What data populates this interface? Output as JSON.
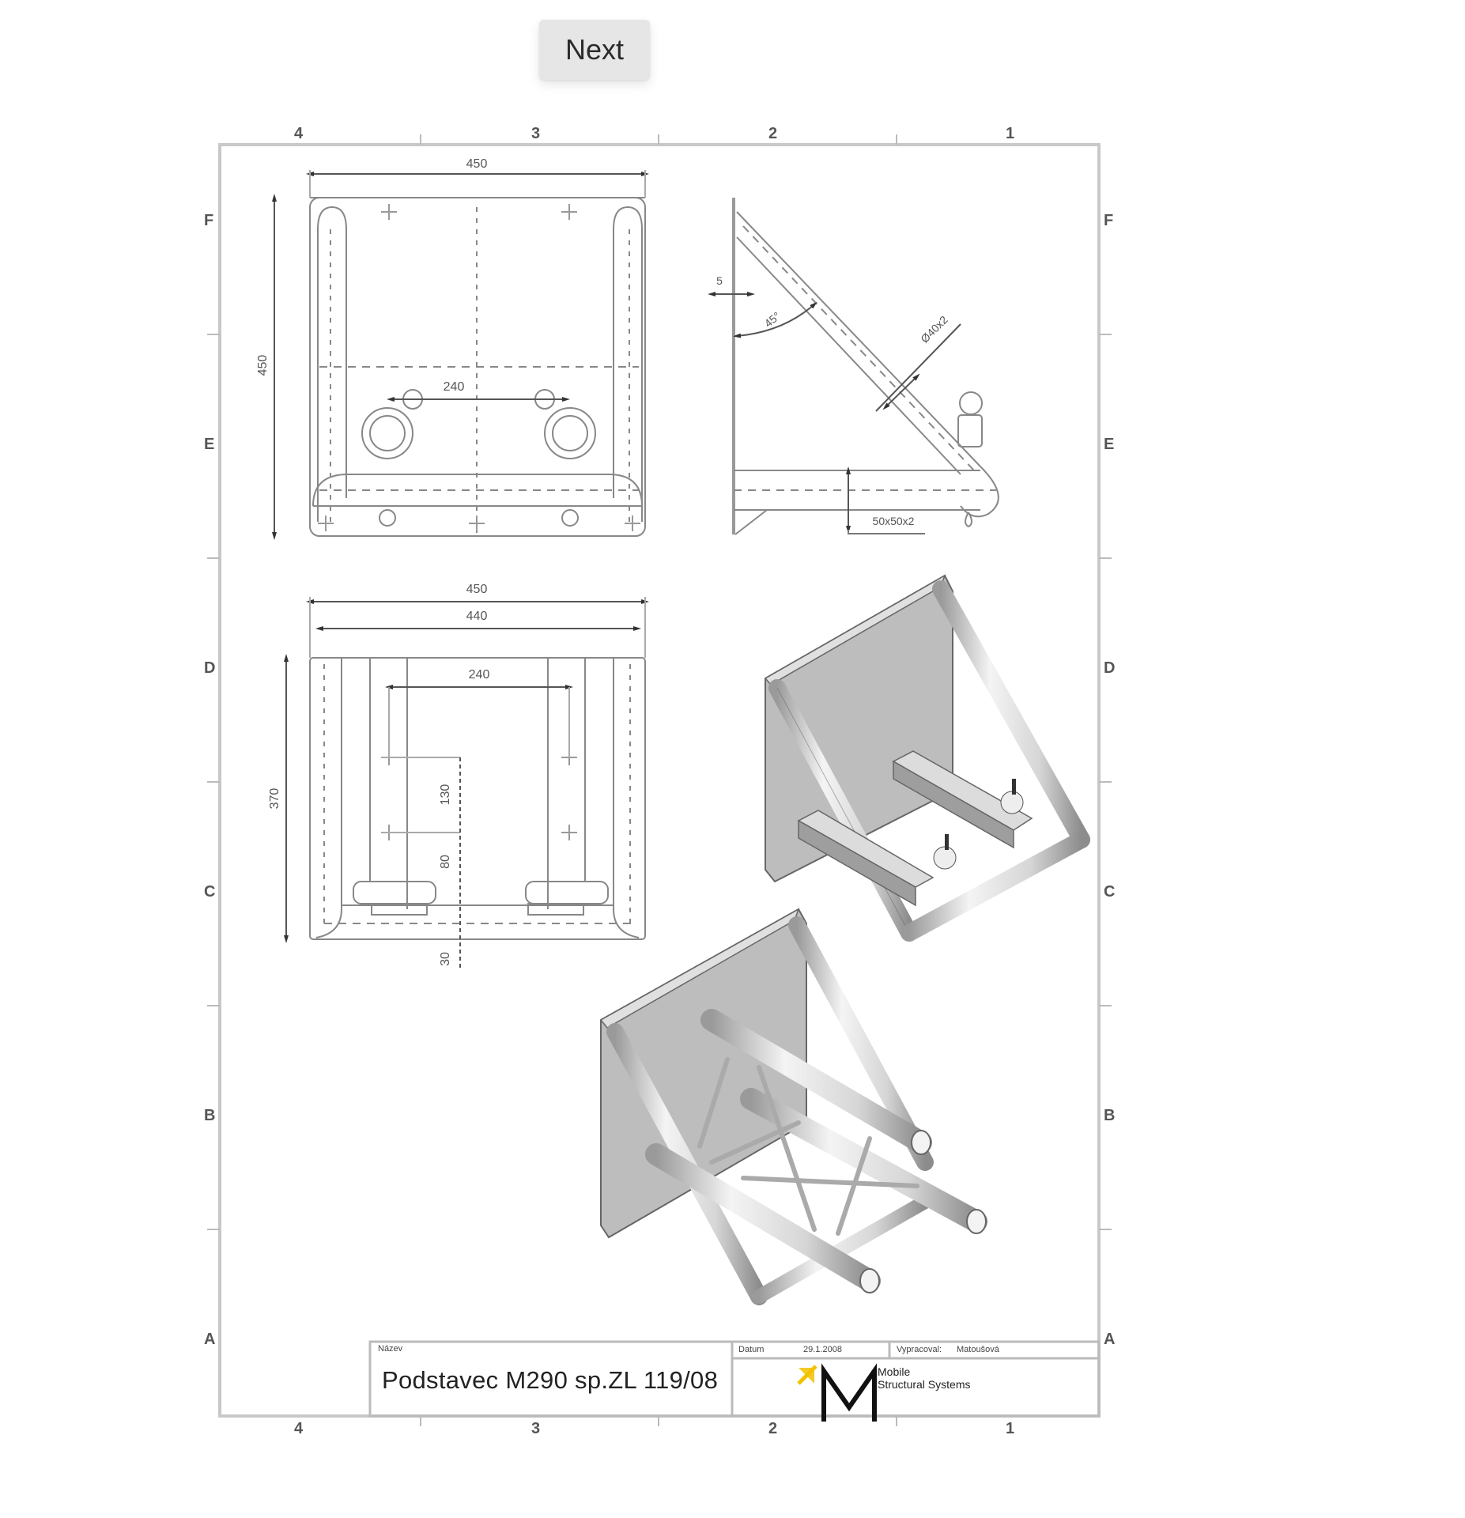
{
  "toolbar": {
    "next_label": "Next"
  },
  "drawing": {
    "frame": {
      "column_labels_top": [
        "4",
        "3",
        "2",
        "1"
      ],
      "column_labels_bottom": [
        "4",
        "3",
        "2",
        "1"
      ],
      "row_labels_left": [
        "F",
        "E",
        "D",
        "C",
        "B",
        "A"
      ],
      "row_labels_right": [
        "F",
        "E",
        "D",
        "C",
        "B",
        "A"
      ]
    },
    "front_view": {
      "dim_width": "450",
      "dim_height": "450",
      "dim_clamp_spacing": "240"
    },
    "side_view": {
      "dim_thickness": "5",
      "dim_angle": "45°",
      "dim_tube": "Ø40x2",
      "dim_profile": "50x50x2"
    },
    "top_view": {
      "dim_outer_width": "450",
      "dim_inner_width": "440",
      "dim_clamp_spacing": "240",
      "dim_depth": "370",
      "dim_hole_spacing_1": "130",
      "dim_hole_spacing_2": "80",
      "dim_offset": "30"
    },
    "title_block": {
      "name_label": "Název",
      "title": "Podstavec M290 sp.ZL 119/08",
      "date_label": "Datum",
      "date_value": "29.1.2008",
      "author_label": "Vypracoval:",
      "author_value": "Matoušová",
      "company_line1": "Mobile",
      "company_line2": "Structural Systems",
      "logo_letter": "M",
      "logo_accent_color": "#f2c200"
    }
  }
}
